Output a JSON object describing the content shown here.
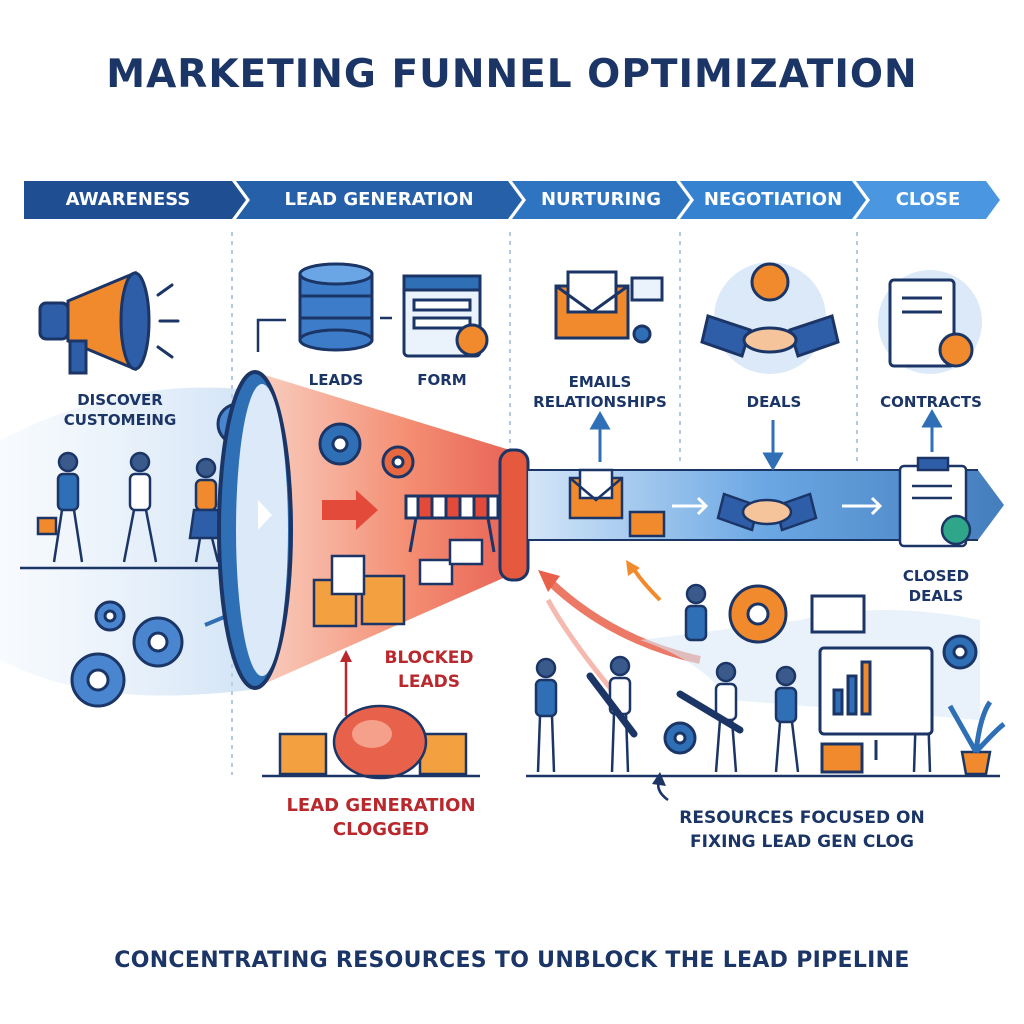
{
  "title": "MARKETING FUNNEL OPTIMIZATION",
  "stages": [
    "AWARENESS",
    "LEAD GENERATION",
    "NURTURING",
    "NEGOTIATION",
    "CLOSE"
  ],
  "labels": {
    "discover": "DISCOVER CUSTOMEING",
    "leads": "LEADS",
    "form": "FORM",
    "emails": "EMAILS RELATIONSHIPS",
    "deals": "DEALS",
    "contracts": "CONTRACTS",
    "closed_deals": "CLOSED DEALS",
    "blocked_leads": "BLOCKED LEADS",
    "clogged": "LEAD GENERATION CLOGGED",
    "resources": "RESOURCES FOCUSED ON FIXING LEAD GEN CLOG"
  },
  "footer": "CONCENTRATING RESOURCES TO UNBLOCK THE LEAD PIPELINE",
  "colors": {
    "navy": "#1b3566",
    "blue": "#2f6fb5",
    "light_blue": "#5aa0e0",
    "orange": "#f08a2c",
    "red": "#d9433c"
  },
  "icons": [
    "megaphone-icon",
    "database-icon",
    "form-icon",
    "email-icon",
    "handshake-icon",
    "contract-icon",
    "gear-icon",
    "roadblock-icon"
  ]
}
